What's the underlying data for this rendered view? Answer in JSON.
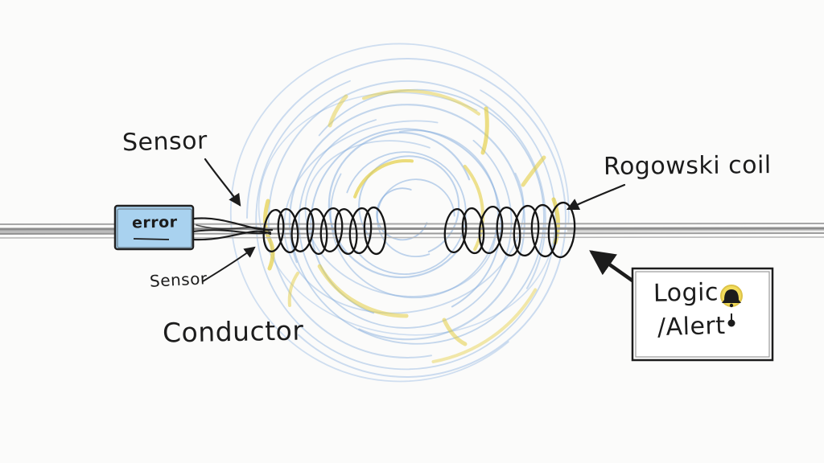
{
  "diagram": {
    "labels": {
      "sensor_top": "Sensor",
      "sensor_bottom": "Sensor",
      "conductor": "Conductor",
      "rogowski": "Rogowski coil",
      "logic_line1": "Logic",
      "logic_line2": "/Alert",
      "error_box": "error"
    },
    "colors": {
      "sensor_box_fill": "#a9d2ef",
      "highlight_yellow": "#f0d63f",
      "field_blue": "#7fa9dc",
      "field_yellow": "#e4ce44",
      "ink": "#1c1c1c",
      "conductor_gray": "#8f8f8f"
    }
  }
}
